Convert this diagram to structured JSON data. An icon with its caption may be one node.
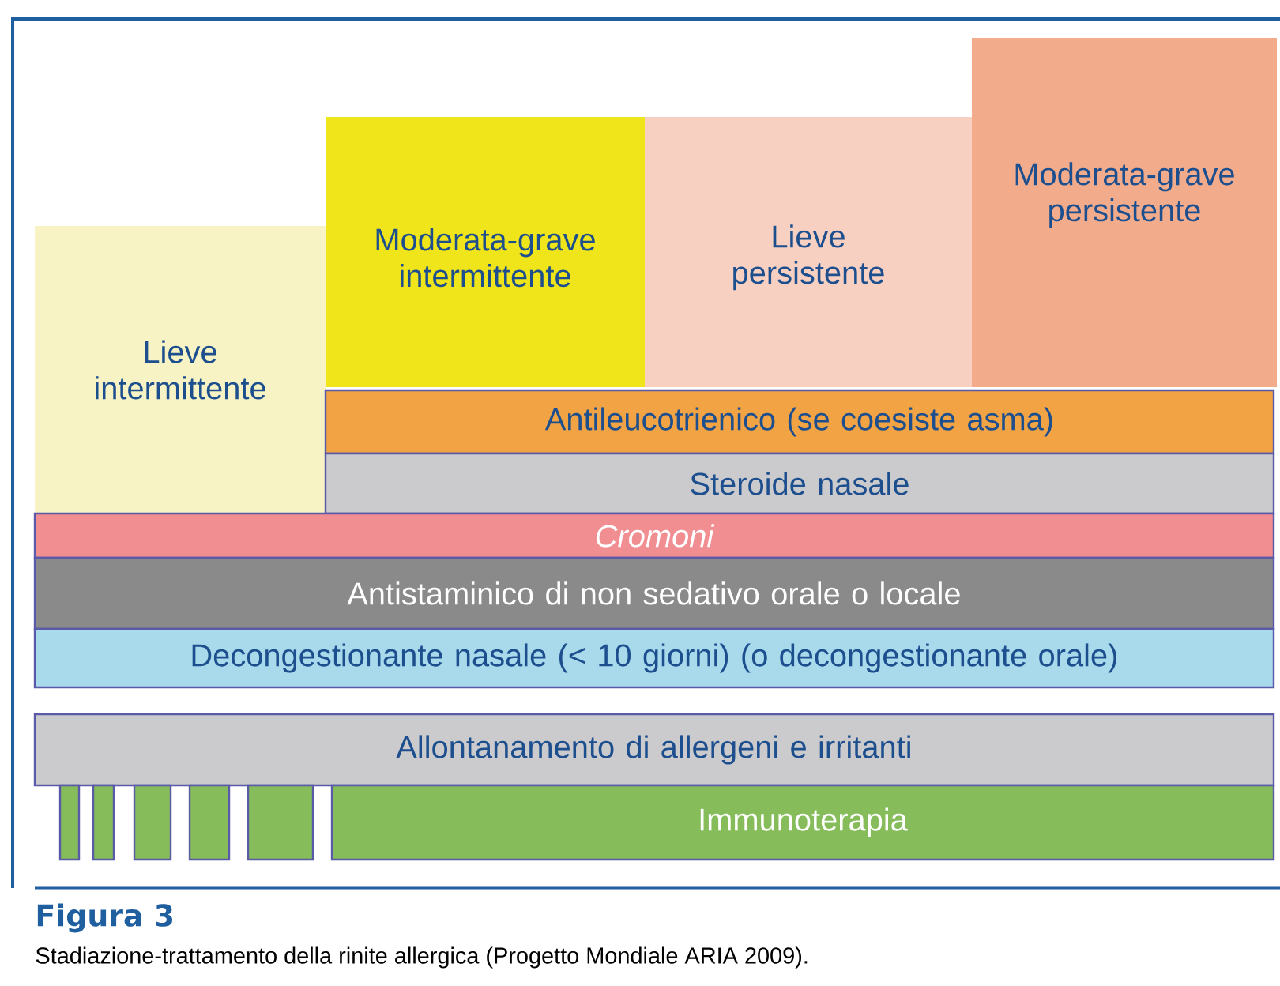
{
  "diagram": {
    "title": "Figura 3",
    "caption": "Stadiazione-trattamento della rinite allergica (Progetto Mondiale ARIA 2009).",
    "nodes": [
      {
        "text": [
          "Lieve intermittente"
        ]
      },
      {
        "text": [
          "Moderata-grave intermittente"
        ]
      },
      {
        "text": [
          "Lieve persistente"
        ]
      },
      {
        "text": [
          "Moderata-grave persistente"
        ]
      },
      {
        "text": [
          "Antileucotrienico (se coesiste asma)"
        ]
      },
      {
        "text": [
          "Steroide nasale"
        ]
      },
      {
        "text": [
          "Cromoni"
        ]
      },
      {
        "text": [
          "Antistaminico di non sedativo orale o locale"
        ]
      },
      {
        "text": [
          "Decongestionante nasale (< 10 giorni) (o decongestionante orale)"
        ]
      },
      {
        "text": [
          "Allontanamento di allergeni e irritanti"
        ]
      },
      {
        "text": [],
        "shape": "bar"
      },
      {
        "text": [],
        "shape": "bar"
      },
      {
        "text": [],
        "shape": "bar"
      },
      {
        "text": [],
        "shape": "bar"
      },
      {
        "text": [],
        "shape": "bar"
      },
      {
        "text": [
          "Immunoterapia"
        ]
      }
    ]
  }
}
